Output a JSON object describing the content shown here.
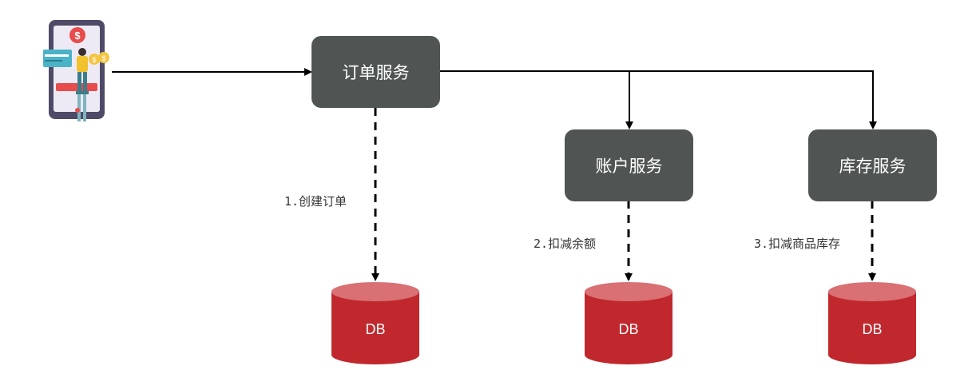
{
  "services": {
    "order": "订单服务",
    "account": "账户服务",
    "storage": "库存服务"
  },
  "steps": {
    "create_order": "1.创建订单",
    "deduct_balance": "2.扣减余额",
    "deduct_stock": "3.扣减商品库存"
  },
  "databases": {
    "order_db": "DB",
    "account_db": "DB",
    "storage_db": "DB"
  },
  "colors": {
    "service_box": "#505554",
    "db_body": "#c0282d",
    "db_top": "#d97074",
    "arrow": "#000000"
  },
  "icons": {
    "client": "mobile-payment-icon"
  }
}
